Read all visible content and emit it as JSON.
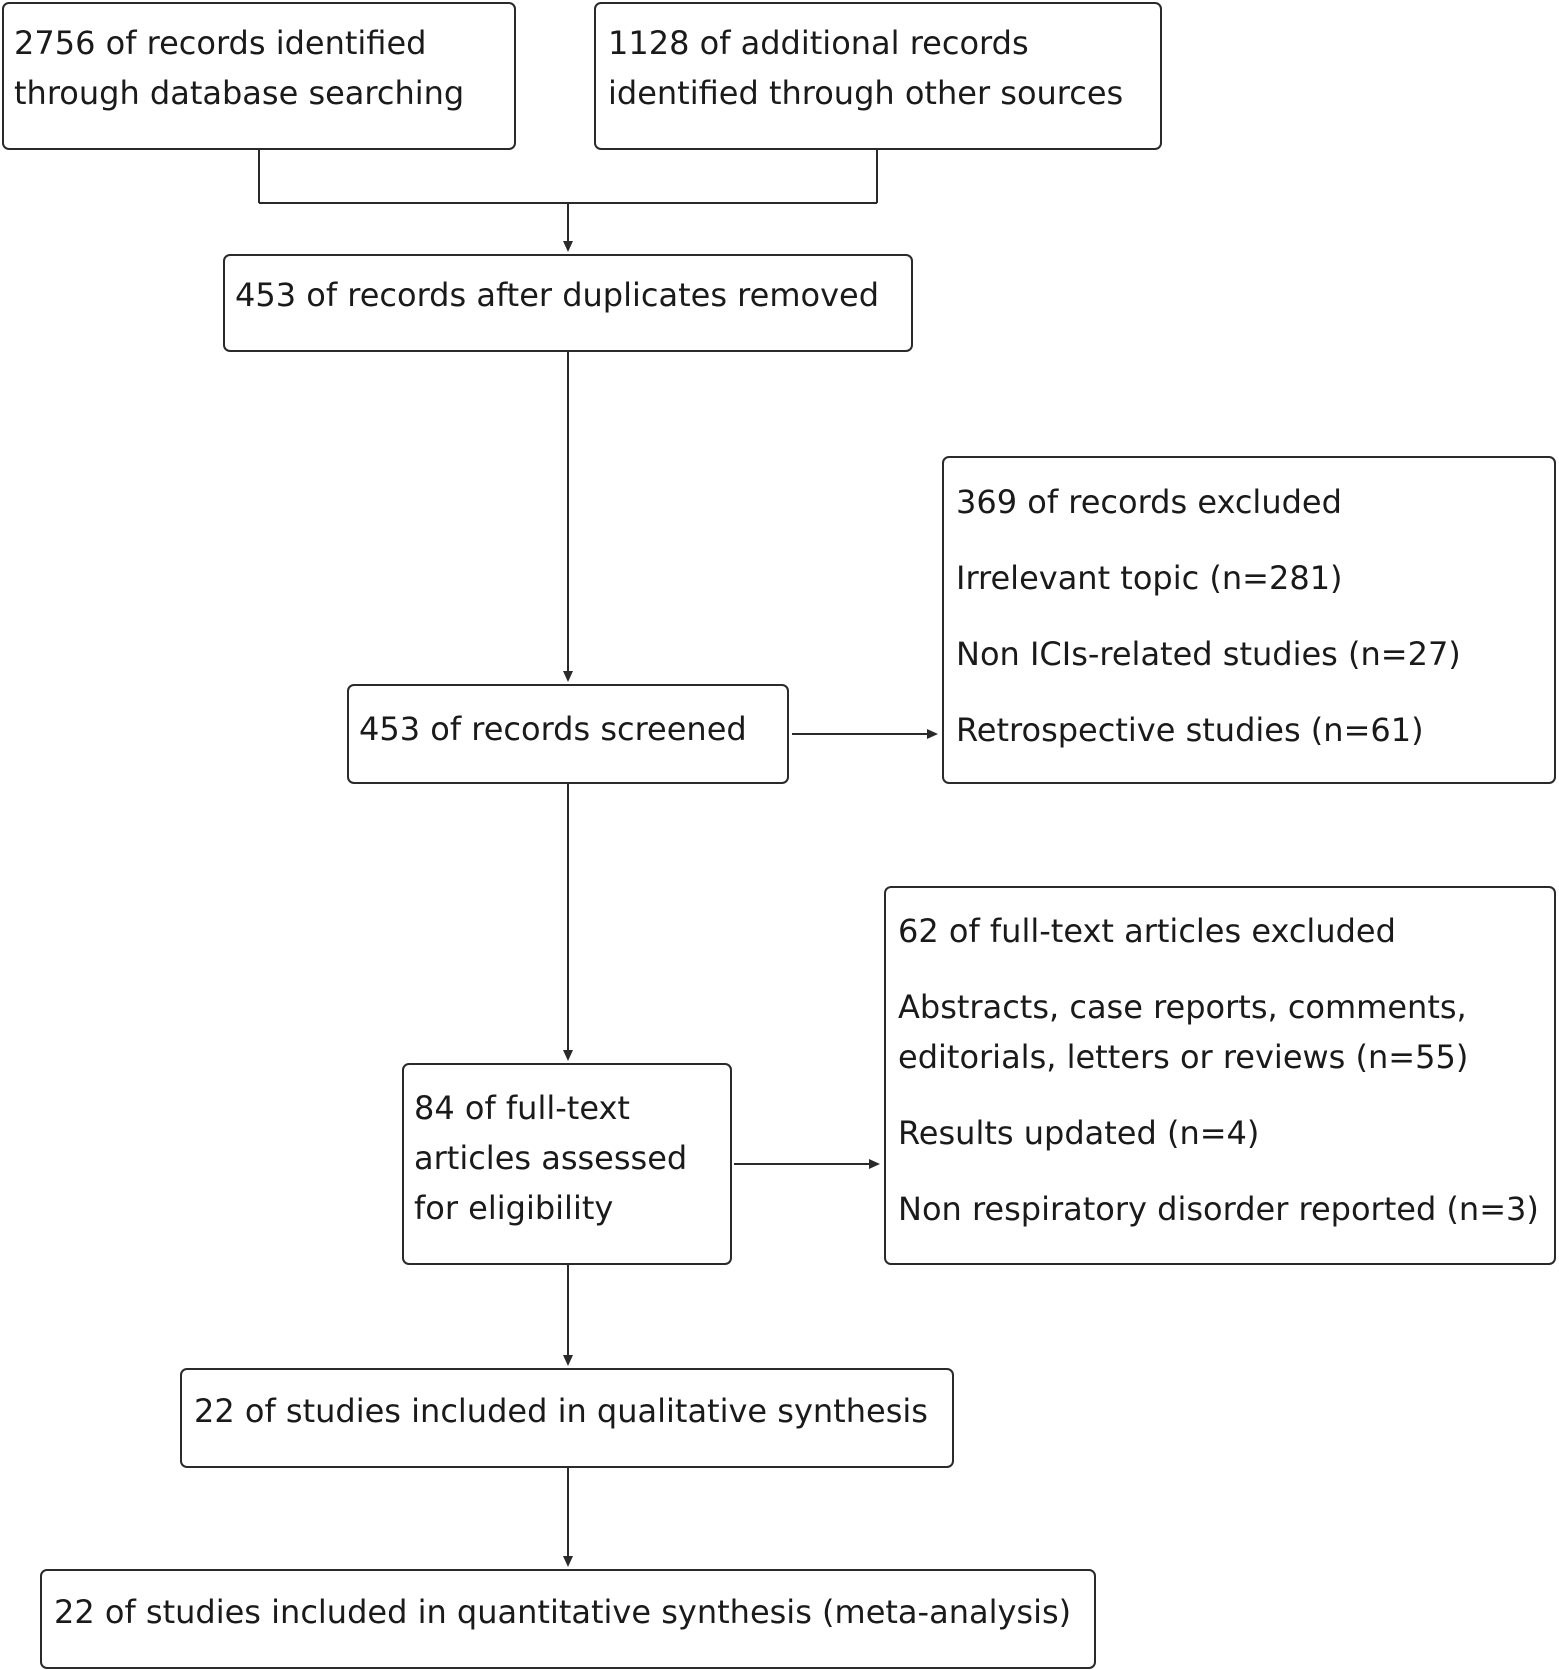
{
  "identification": {
    "database": [
      "2756 of records identified",
      "through database searching"
    ],
    "other_sources": [
      "1128 of additional records",
      "identified through other sources"
    ]
  },
  "after_duplicates": "453 of records after duplicates removed",
  "screened": "453 of records screened",
  "records_excluded": {
    "title": "369 of records excluded",
    "reasons": [
      "Irrelevant topic (n=281)",
      "Non ICIs-related studies (n=27)",
      "Retrospective studies (n=61)"
    ]
  },
  "full_text_assessed": [
    "84 of full-text",
    "articles assessed",
    "for eligibility"
  ],
  "fulltext_excluded": {
    "title": "62 of full-text articles excluded",
    "reasons": [
      [
        "Abstracts, case reports, comments,",
        "editorials, letters or reviews (n=55)"
      ],
      [
        "Results updated (n=4)"
      ],
      [
        "Non respiratory disorder reported (n=3)"
      ]
    ]
  },
  "qualitative": "22 of studies included in qualitative synthesis",
  "quantitative": "22 of studies included in quantitative synthesis (meta-analysis)",
  "colors": {
    "line": "#2a2a2a",
    "text": "#1a1a1a",
    "background": "#ffffff"
  }
}
